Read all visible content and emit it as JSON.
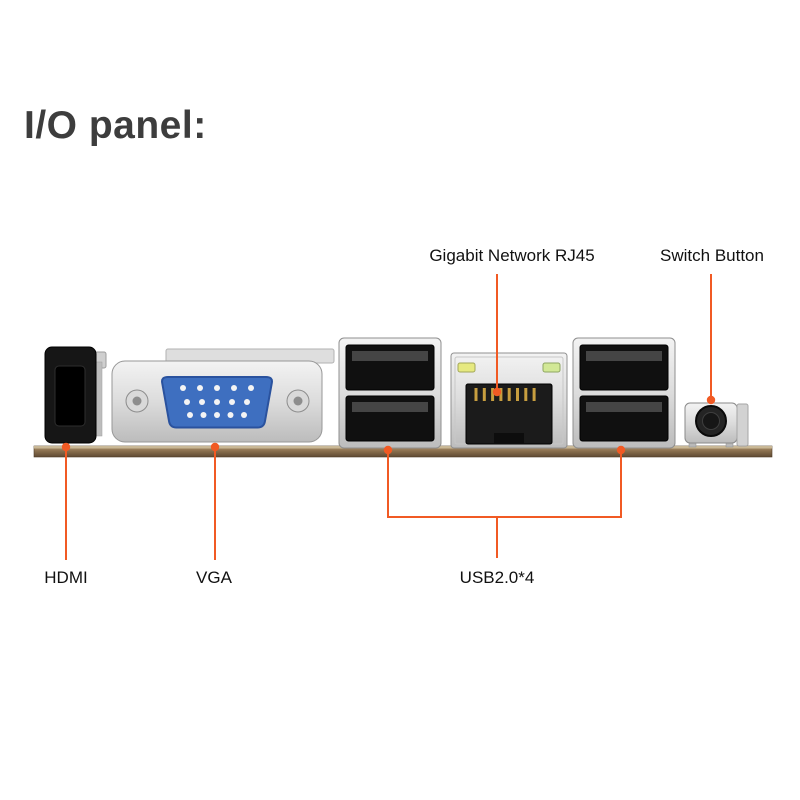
{
  "title": "I/O panel:",
  "labels": {
    "gigabit": "Gigabit Network RJ45",
    "switch": "Switch Button",
    "hdmi": "HDMI",
    "vga": "VGA",
    "usb": "USB2.0*4"
  },
  "colors": {
    "accent": "#F15A24",
    "label_text": "#111111",
    "title_text": "#3D3D3D",
    "vga_connector_blue": "#3E6FC0",
    "pcb_edge_brown": "#7A6248"
  },
  "components": {
    "hdmi_port": "hdmi-port",
    "vga_port": "vga-port",
    "usb_ports_left": "dual-usb2-ports",
    "rj45_port": "gigabit-rj45-port",
    "usb_ports_right": "dual-usb2-ports",
    "power_switch": "switch-button",
    "pcb_edge": "motherboard-edge"
  }
}
